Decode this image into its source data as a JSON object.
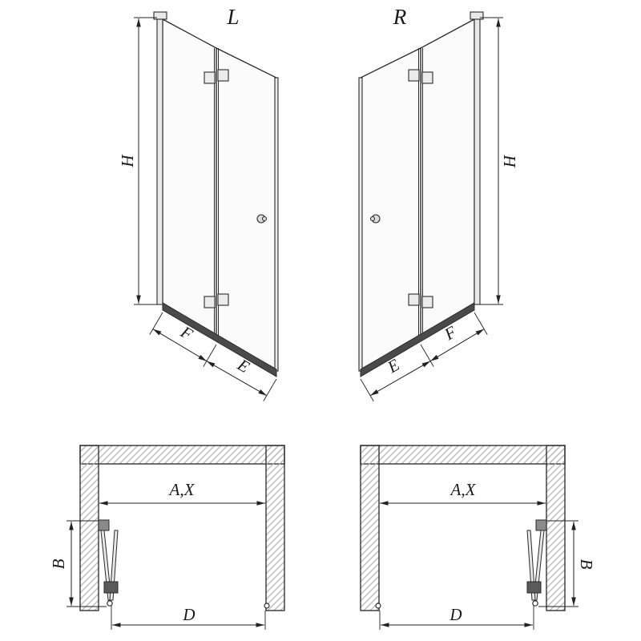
{
  "page": {
    "background": "#ffffff"
  },
  "views": {
    "perspective_left": {
      "label": "L",
      "height": "H",
      "panel_front": "F",
      "panel_edge": "E"
    },
    "perspective_right": {
      "label": "R",
      "height": "H",
      "panel_front": "F",
      "panel_edge": "E"
    },
    "plan_left": {
      "opening": "A,X",
      "depth": "B",
      "passage": "D"
    },
    "plan_right": {
      "opening": "A,X",
      "depth": "B",
      "passage": "D"
    }
  },
  "colors": {
    "line": "#2b2b2b",
    "dimension": "#222222",
    "glass": "#fbfbfb",
    "hatch": "#b4b4b4",
    "sill": "#4a4a4a",
    "hardware": "#5a5a5a"
  }
}
